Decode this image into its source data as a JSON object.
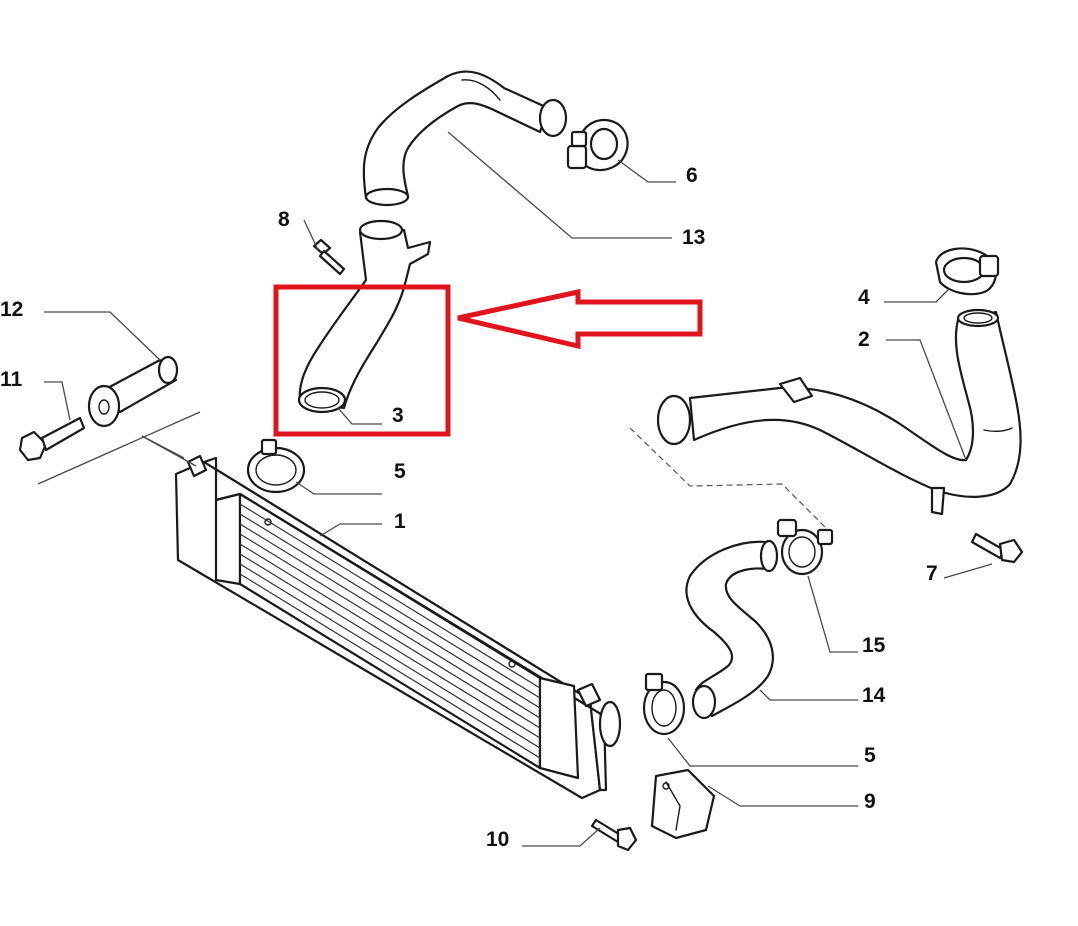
{
  "diagram": {
    "highlight_color": "#e0141c",
    "line_color": "#1a1a1a",
    "callouts": {
      "c1": "1",
      "c2": "2",
      "c3": "3",
      "c4": "4",
      "c5a": "5",
      "c5b": "5",
      "c6": "6",
      "c7": "7",
      "c8": "8",
      "c9": "9",
      "c10": "10",
      "c11": "11",
      "c12": "12",
      "c13": "13",
      "c14": "14",
      "c15": "15"
    }
  }
}
